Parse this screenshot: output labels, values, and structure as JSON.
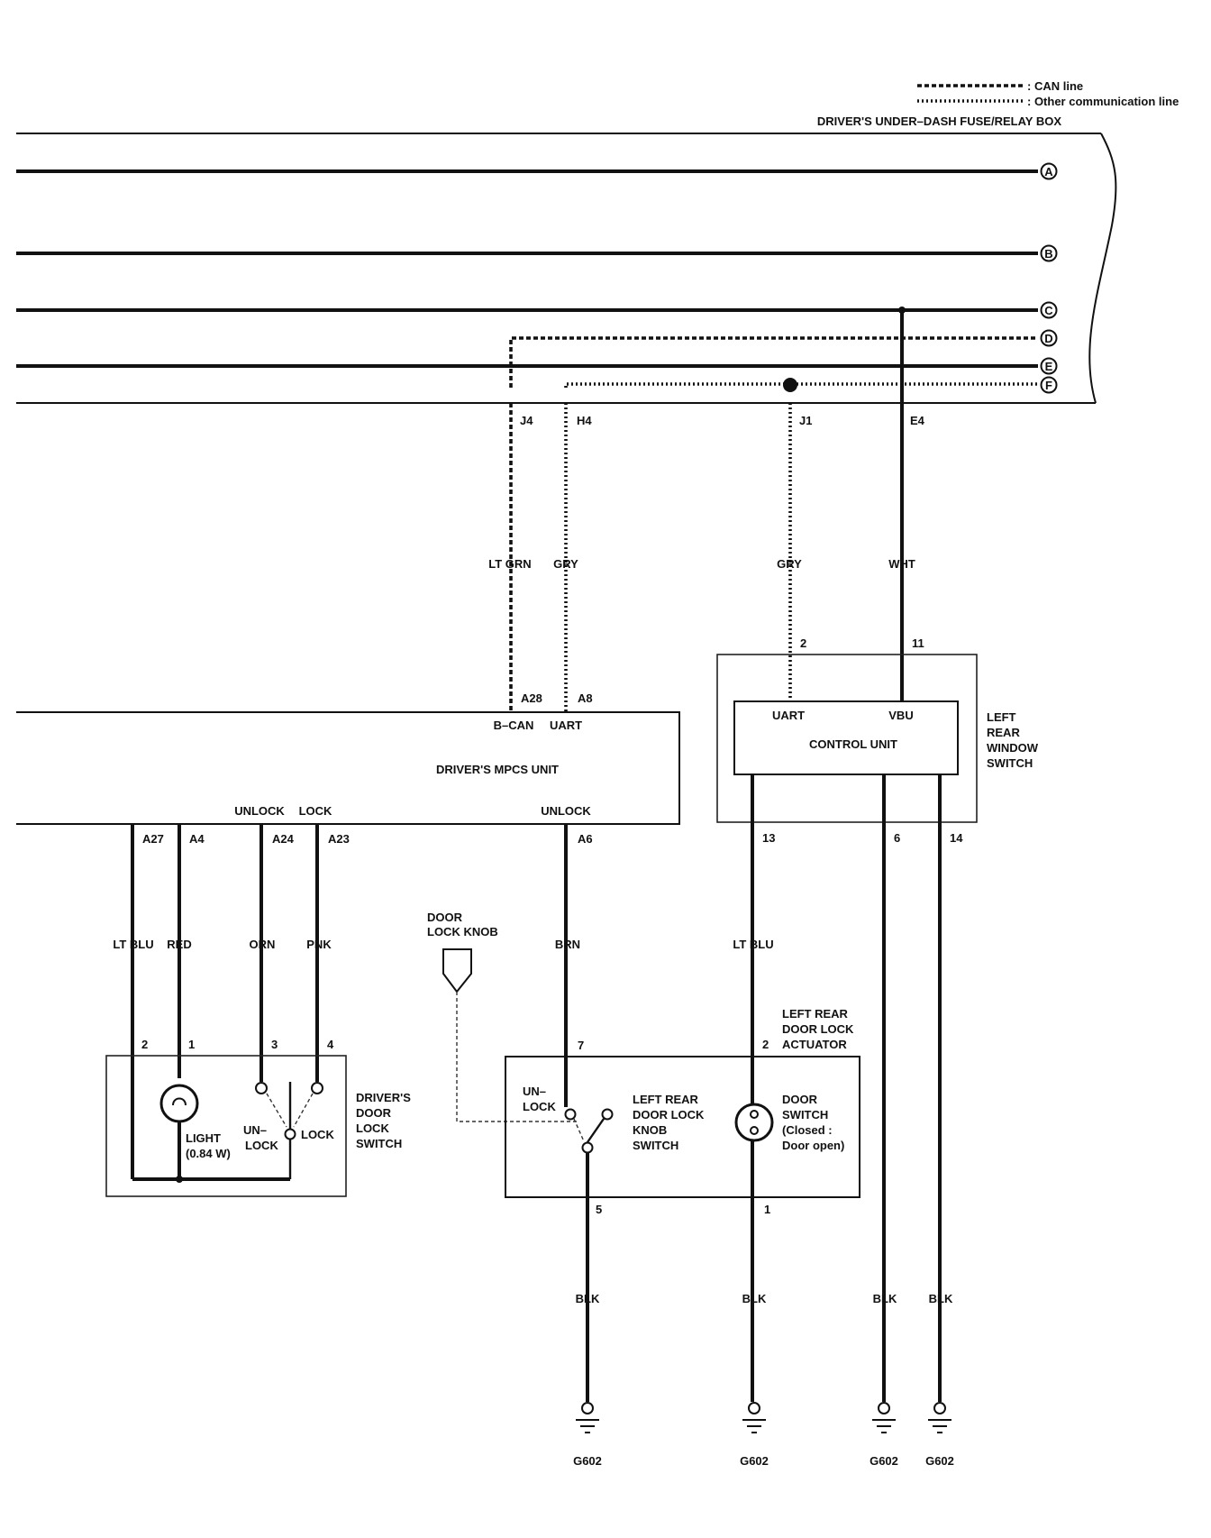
{
  "legend": {
    "can_line": ": CAN line",
    "other_line": ": Other communication line"
  },
  "fuse_box": {
    "title": "DRIVER'S UNDER–DASH FUSE/RELAY BOX",
    "connectors": [
      "A",
      "B",
      "C",
      "D",
      "E",
      "F"
    ],
    "terminals": [
      "J4",
      "H4",
      "J1",
      "E4"
    ]
  },
  "wires": {
    "lt_grn": "LT GRN",
    "gry_1": "GRY",
    "gry_2": "GRY",
    "wht": "WHT",
    "lt_blu_1": "LT BLU",
    "red": "RED",
    "orn": "ORN",
    "pnk": "PNK",
    "brn": "BRN",
    "lt_blu_2": "LT BLU",
    "blk_1": "BLK",
    "blk_2": "BLK",
    "blk_3": "BLK",
    "blk_4": "BLK"
  },
  "window_switch": {
    "name": [
      "LEFT",
      "REAR",
      "WINDOW",
      "SWITCH"
    ],
    "control_unit": "CONTROL UNIT",
    "uart": "UART",
    "vbu": "VBU",
    "pins": {
      "uart": "2",
      "vbu": "11",
      "p13": "13",
      "p6": "6",
      "p14": "14"
    }
  },
  "mpcs": {
    "name": "DRIVER'S MPCS UNIT",
    "bcan": "B–CAN",
    "uart": "UART",
    "unlock_1": "UNLOCK",
    "lock": "LOCK",
    "unlock_2": "UNLOCK",
    "pins": {
      "a28": "A28",
      "a8": "A8",
      "a27": "A27",
      "a4": "A4",
      "a24": "A24",
      "a23": "A23",
      "a6": "A6"
    }
  },
  "door_lock_switch": {
    "name": [
      "DRIVER'S",
      "DOOR",
      "LOCK",
      "SWITCH"
    ],
    "light": [
      "LIGHT",
      "(0.84 W)"
    ],
    "unlock": [
      "UN–",
      "LOCK"
    ],
    "lock": "LOCK",
    "pins": {
      "p2": "2",
      "p1": "1",
      "p3": "3",
      "p4": "4"
    }
  },
  "door_lock_knob": {
    "label": [
      "DOOR",
      "LOCK KNOB"
    ]
  },
  "knob_switch": {
    "name": [
      "LEFT REAR",
      "DOOR LOCK",
      "KNOB",
      "SWITCH"
    ],
    "unlock": [
      "UN–",
      "LOCK"
    ],
    "pins": {
      "p7": "7",
      "p5": "5"
    }
  },
  "actuator": {
    "name": [
      "LEFT REAR",
      "DOOR LOCK",
      "ACTUATOR"
    ],
    "door_switch": [
      "DOOR",
      "SWITCH",
      "(Closed :",
      "Door open)"
    ],
    "pins": {
      "p2": "2",
      "p1": "1"
    }
  },
  "grounds": [
    "G602",
    "G602",
    "G602",
    "G602"
  ]
}
